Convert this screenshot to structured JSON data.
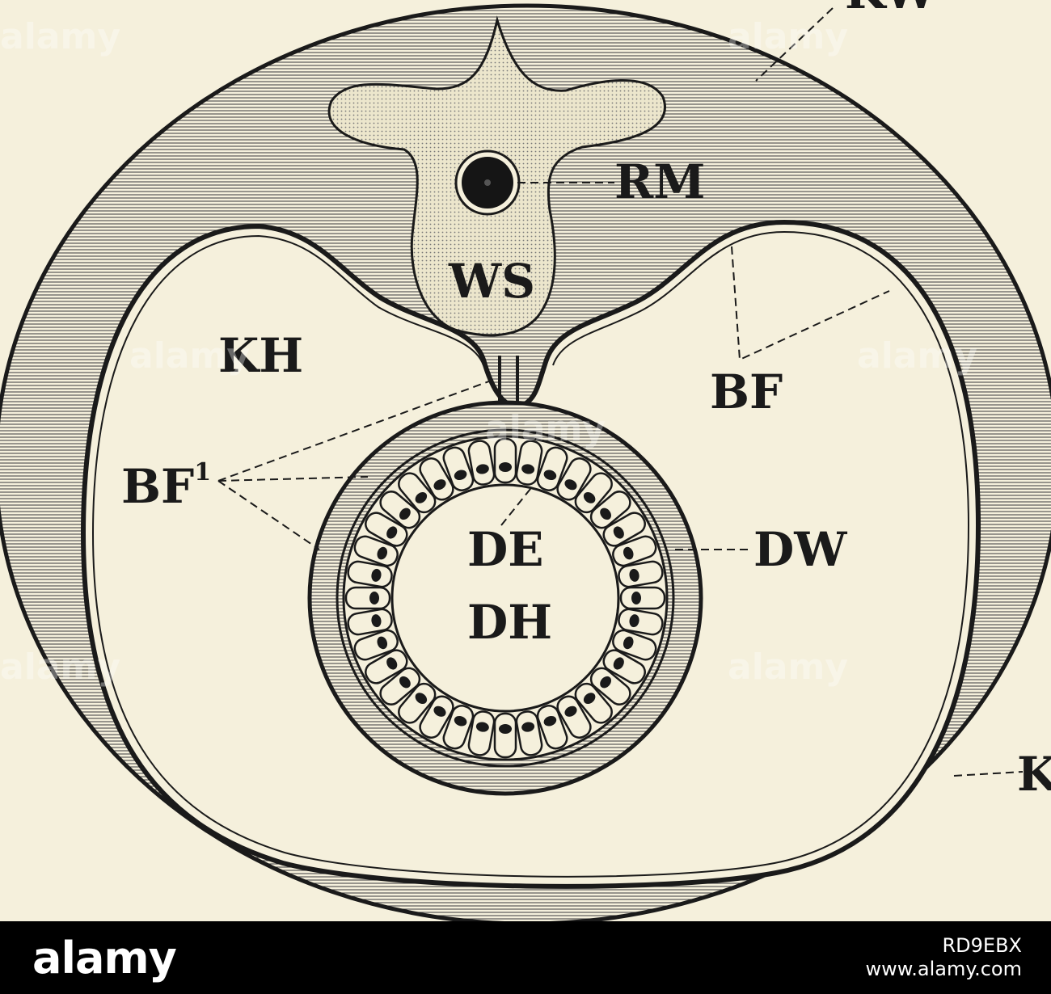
{
  "figure": {
    "labels": {
      "KW": "KW",
      "RM": "RM",
      "WS": "WS",
      "KH": "KH",
      "BF": "BF",
      "BF1": "BF",
      "BF1_sup": "1",
      "DE": "DE",
      "DH": "DH",
      "DW": "DW",
      "K": "K"
    },
    "watermark": "alamy"
  },
  "footer": {
    "logo": "alamy",
    "image_id": "RD9EBX",
    "url": "www.alamy.com"
  },
  "colors": {
    "paper": "#f5f0dc",
    "ink": "#1a1a1a",
    "footer_bg": "#000000"
  }
}
